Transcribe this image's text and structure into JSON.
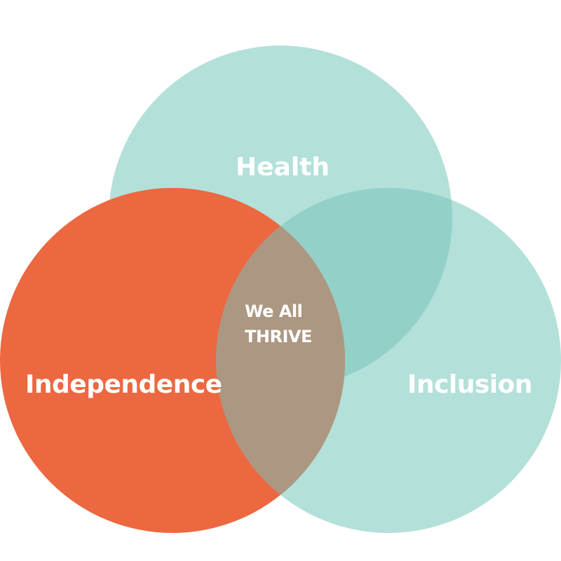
{
  "diagram": {
    "type": "venn",
    "colors": {
      "independence": "#EC6841",
      "health": "#B4E0DA",
      "inclusion": "#B4E0DA",
      "health_inclusion_overlap": "#93D1C8",
      "center_overlap": "#AC9882",
      "text": "#FFFFFF"
    },
    "circles": [
      {
        "id": "health",
        "label": "Health"
      },
      {
        "id": "independence",
        "label": "Independence"
      },
      {
        "id": "inclusion",
        "label": "Inclusion"
      }
    ],
    "center": {
      "line1": "We All",
      "line2": "THRIVE"
    }
  }
}
